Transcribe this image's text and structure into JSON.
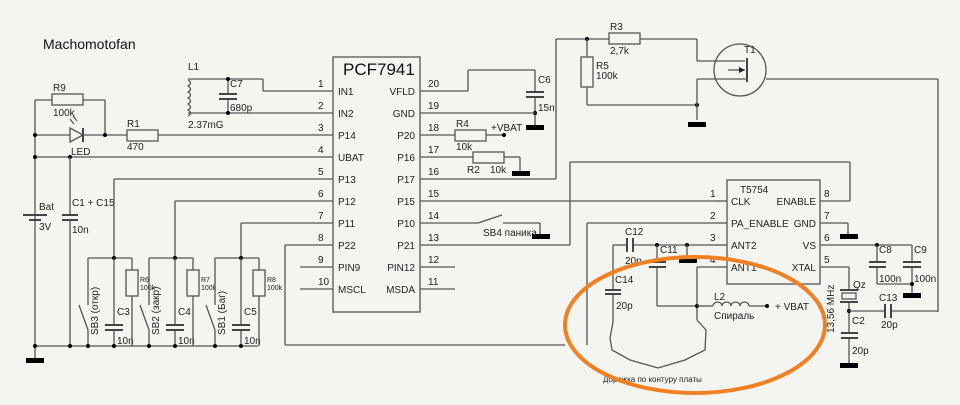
{
  "title": "Machomotofan",
  "colors": {
    "highlight": "#f08024",
    "wire": "#555555",
    "background": "#f4f4f0"
  },
  "ic1": {
    "name": "PCF7941",
    "left_pins": [
      {
        "num": "1",
        "label": "IN1"
      },
      {
        "num": "2",
        "label": "IN2"
      },
      {
        "num": "3",
        "label": "P14"
      },
      {
        "num": "4",
        "label": "UBAT"
      },
      {
        "num": "5",
        "label": "P13"
      },
      {
        "num": "6",
        "label": "P12"
      },
      {
        "num": "7",
        "label": "P11"
      },
      {
        "num": "8",
        "label": "P22"
      },
      {
        "num": "9",
        "label": "PIN9"
      },
      {
        "num": "10",
        "label": "MSCL"
      }
    ],
    "right_pins": [
      {
        "num": "20",
        "label": "VFLD"
      },
      {
        "num": "19",
        "label": "GND"
      },
      {
        "num": "18",
        "label": "P20"
      },
      {
        "num": "17",
        "label": "P16"
      },
      {
        "num": "16",
        "label": "P17"
      },
      {
        "num": "15",
        "label": "P15"
      },
      {
        "num": "14",
        "label": "P10"
      },
      {
        "num": "13",
        "label": "P21"
      },
      {
        "num": "12",
        "label": "PIN12"
      },
      {
        "num": "11",
        "label": "MSDA"
      }
    ]
  },
  "ic2": {
    "name": "T5754",
    "left_pins": [
      {
        "num": "1",
        "label": "CLK"
      },
      {
        "num": "2",
        "label": "PA_ENABLE"
      },
      {
        "num": "3",
        "label": "ANT2"
      },
      {
        "num": "4",
        "label": "ANT1"
      }
    ],
    "right_pins": [
      {
        "num": "8",
        "label": "ENABLE"
      },
      {
        "num": "7",
        "label": "GND"
      },
      {
        "num": "6",
        "label": "VS"
      },
      {
        "num": "5",
        "label": "XTAL"
      }
    ]
  },
  "components": {
    "L1": {
      "ref": "L1",
      "value": "2.37mG"
    },
    "C7": {
      "ref": "C7",
      "value": "680p"
    },
    "R9": {
      "ref": "R9",
      "value": "100k"
    },
    "LED": {
      "ref": "LED"
    },
    "R1": {
      "ref": "R1",
      "value": "470"
    },
    "Bat": {
      "ref": "Bat",
      "value": "3V"
    },
    "C1": {
      "ref": "C1 + C15",
      "value": "10n"
    },
    "C6": {
      "ref": "C6",
      "value": "15n"
    },
    "R4": {
      "ref": "R4",
      "value": "10k"
    },
    "R2": {
      "ref": "R2",
      "value": "10k"
    },
    "vbat1": "+VBAT",
    "R3": {
      "ref": "R3",
      "value": "2,7k"
    },
    "R5": {
      "ref": "R5",
      "value": "100k"
    },
    "T1": {
      "ref": "T1"
    },
    "SB4": "SB4 паника",
    "SB3": "SB3 (откр)",
    "SB2": "SB2 (закр)",
    "SB1": "SB1 (Баг)",
    "C3": {
      "ref": "C3",
      "value": "10n"
    },
    "C4": {
      "ref": "C4",
      "value": "10n"
    },
    "C5": {
      "ref": "C5",
      "value": "10n"
    },
    "R6": {
      "ref": "R6",
      "value": "100k"
    },
    "R7": {
      "ref": "R7",
      "value": "100k"
    },
    "R8": {
      "ref": "R8",
      "value": "100k"
    },
    "C12": {
      "ref": "C12",
      "value": "20p"
    },
    "C11": {
      "ref": "C11"
    },
    "C14": {
      "ref": "C14",
      "value": "20p"
    },
    "L2": {
      "ref": "L2",
      "value": "Спираль"
    },
    "vbat2": "+ VBAT",
    "C8": {
      "ref": "C8",
      "value": "100n"
    },
    "C9": {
      "ref": "C9",
      "value": "100n"
    },
    "Qz": {
      "ref": "Qz",
      "value": "13,56 MHz"
    },
    "C13": {
      "ref": "C13",
      "value": "20p"
    },
    "C2": {
      "ref": "C2",
      "value": "20p"
    }
  },
  "antenna_note": "Дорожка по контуру платы"
}
